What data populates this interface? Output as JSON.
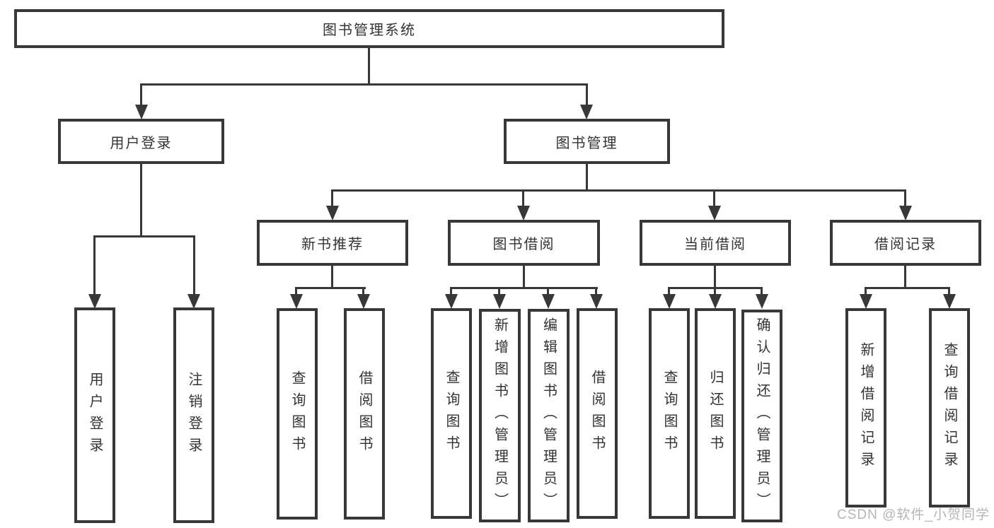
{
  "nodes": {
    "root": "图书管理系统",
    "user_login": "用户登录",
    "book_management": "图书管理",
    "new_book_recommendation": "新书推荐",
    "book_borrowing": "图书借阅",
    "current_borrowing": "当前借阅",
    "borrowing_records": "借阅记录",
    "login": "用户登录",
    "logout": "注销登录",
    "nbr_query_books": "查询图书",
    "nbr_borrow_books": "借阅图书",
    "bb_query_books": "查询图书",
    "bb_add_books": "新增图书（管理员）",
    "bb_edit_books": "编辑图书（管理员）",
    "bb_borrow_books": "借阅图书",
    "cb_query_books": "查询图书",
    "cb_return_books": "归还图书",
    "cb_confirm_return": "确认归还（管理员）",
    "br_add_record": "新增借阅记录",
    "br_query_record": "查询借阅记录"
  },
  "watermark": "CSDN @软件_小贺同学",
  "colors": {
    "line": "#383838",
    "text": "#333333",
    "watermark": "#b5b5b5",
    "background": "#ffffff"
  }
}
